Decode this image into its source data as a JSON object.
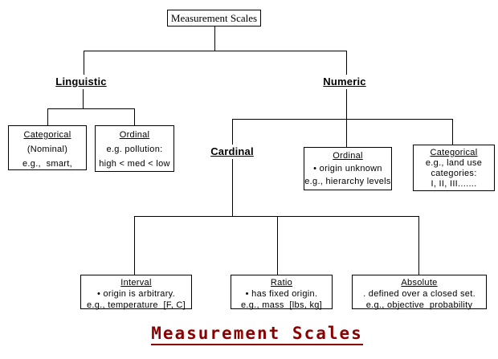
{
  "root": {
    "label": "Measurement Scales"
  },
  "branches": {
    "linguistic": {
      "label": "Linguistic"
    },
    "numeric": {
      "label": "Numeric"
    },
    "cardinal": {
      "label": "Cardinal"
    }
  },
  "boxes": {
    "categorical_nominal": {
      "title": "Categorical",
      "lines": [
        "(Nominal)",
        "e.g.,  smart,"
      ]
    },
    "ordinal_linguistic": {
      "title": "Ordinal",
      "lines": [
        "e.g. pollution:",
        "high < med < low"
      ]
    },
    "ordinal_numeric": {
      "title": "Ordinal",
      "lines": [
        "• origin unknown",
        "e.g., hierarchy levels"
      ]
    },
    "categorical_numeric": {
      "title": "Categorical",
      "lines": [
        "e.g., land use",
        "categories:",
        "I, II, III......."
      ]
    },
    "interval": {
      "title": "Interval",
      "lines": [
        "• origin is arbitrary.",
        "e.g., temperature  [F, C]"
      ]
    },
    "ratio": {
      "title": "Ratio",
      "lines": [
        "• has fixed origin.",
        "e.g., mass  [lbs, kg]"
      ]
    },
    "absolute": {
      "title": "Absolute",
      "lines": [
        ". defined over a closed set.",
        "e.g., objective  probability"
      ]
    }
  },
  "caption": {
    "text": "Measurement Scales",
    "color": "#8B0000"
  }
}
